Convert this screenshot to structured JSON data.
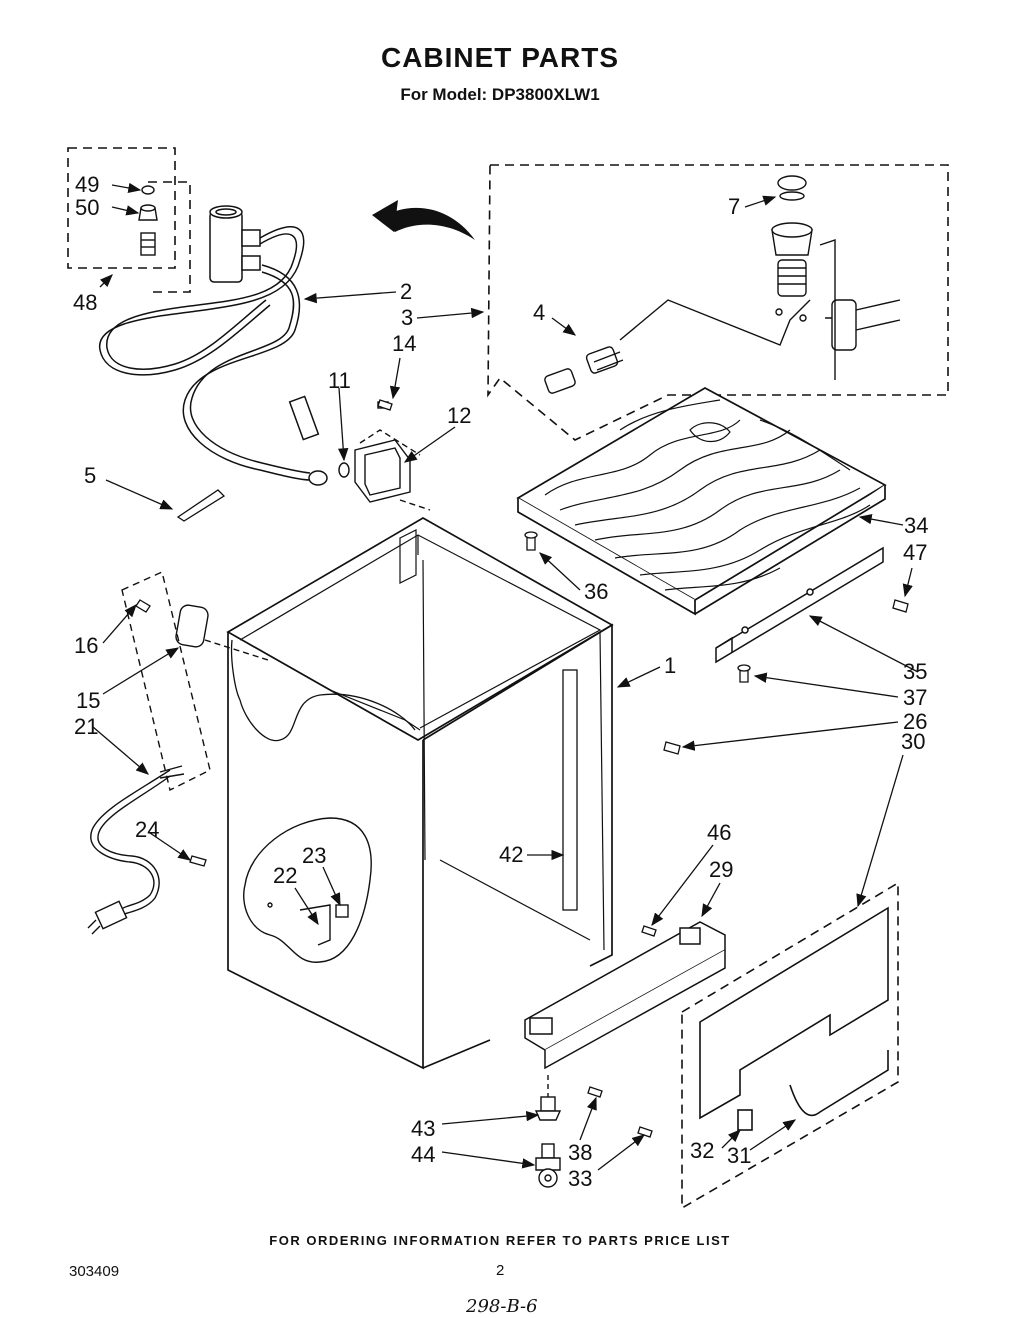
{
  "header": {
    "title": "CABINET PARTS",
    "subtitle": "For Model: DP3800XLW1"
  },
  "footer": {
    "ordering_note": "FOR ORDERING INFORMATION REFER TO PARTS PRICE LIST",
    "document_number": "303409",
    "page_number": "2",
    "handwritten_note": "298-B-6"
  },
  "callouts": {
    "c1": "1",
    "c2": "2",
    "c3": "3",
    "c4": "4",
    "c5": "5",
    "c7": "7",
    "c11": "11",
    "c12": "12",
    "c14": "14",
    "c15": "15",
    "c16": "16",
    "c21": "21",
    "c22": "22",
    "c23": "23",
    "c24": "24",
    "c26": "26",
    "c29": "29",
    "c30": "30",
    "c31": "31",
    "c32": "32",
    "c33": "33",
    "c34": "34",
    "c35": "35",
    "c36": "36",
    "c37": "37",
    "c38": "38",
    "c42": "42",
    "c43": "43",
    "c44": "44",
    "c46": "46",
    "c47": "47",
    "c48": "48",
    "c49": "49",
    "c50": "50"
  },
  "colors": {
    "ink": "#111111",
    "paper": "#ffffff"
  }
}
